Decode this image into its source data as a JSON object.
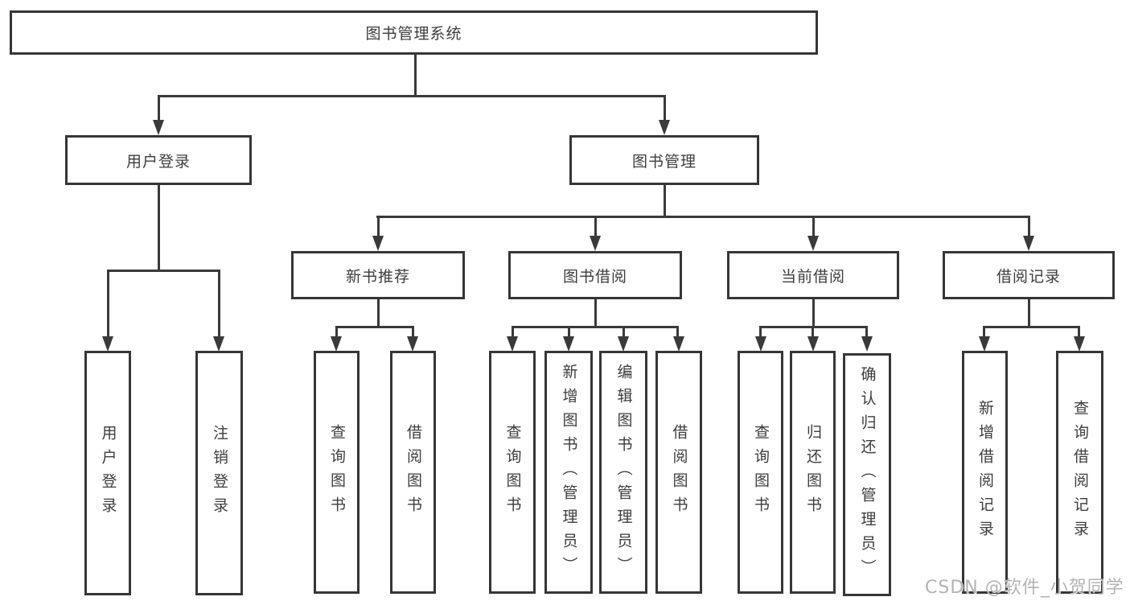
{
  "diagram": {
    "root": {
      "label": "图书管理系统"
    },
    "level2": {
      "user_login": "用户登录",
      "book_mgmt": "图书管理"
    },
    "level3": {
      "new_books": "新书推荐",
      "book_borrow": "图书借阅",
      "current_borrow": "当前借阅",
      "borrow_records": "借阅记录"
    },
    "leaves": {
      "user_login": [
        "用户登录",
        "注销登录"
      ],
      "new_books": [
        "查询图书",
        "借阅图书"
      ],
      "book_borrow": [
        "查询图书",
        "新增图书（管理员）",
        "编辑图书（管理员）",
        "借阅图书"
      ],
      "current_borrow": [
        "查询图书",
        "归还图书",
        "确认归还（管理员）"
      ],
      "borrow_records": [
        "新增借阅记录",
        "查询借阅记录"
      ]
    }
  },
  "watermark": {
    "text": "CSDN @软件_小贺同学"
  },
  "colors": {
    "line": "#3a3a3a",
    "box_border": "#363636",
    "text": "#3d3d3d",
    "background": "#ffffff",
    "watermark": "#b3b3b3"
  }
}
